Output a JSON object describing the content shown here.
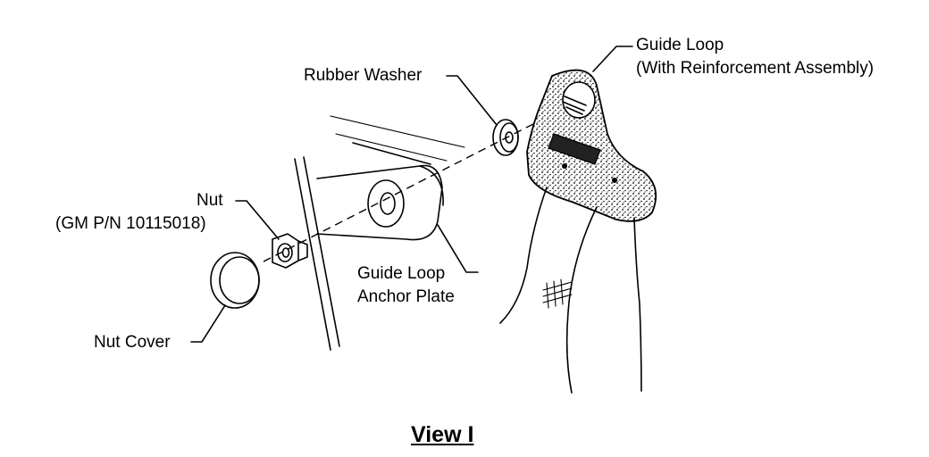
{
  "labels": {
    "guide_loop_line1": "Guide Loop",
    "guide_loop_line2": "(With Reinforcement Assembly)",
    "rubber_washer": "Rubber Washer",
    "nut_line1": "Nut",
    "nut_line2": "(GM P/N 10115018)",
    "anchor_plate_line1": "Guide Loop",
    "anchor_plate_line2": "Anchor Plate",
    "nut_cover": "Nut Cover"
  },
  "caption": "View I"
}
